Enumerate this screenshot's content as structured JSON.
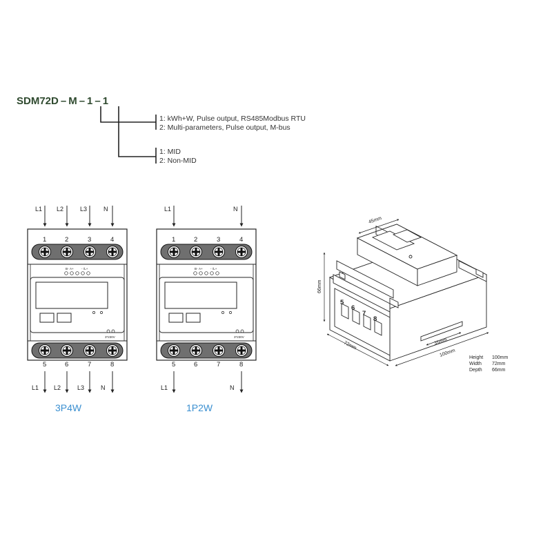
{
  "model": {
    "code": "SDM72D – M – 1 – 1",
    "option_group_1": [
      "1: kWh+W, Pulse output, RS485Modbus RTU",
      "2: Multi-parameters, Pulse output, M-bus"
    ],
    "option_group_2": [
      "1: MID",
      "2: Non-MID"
    ]
  },
  "meter_3p4w": {
    "caption": "3P4W",
    "top_lines": [
      "L1",
      "L2",
      "L3",
      "N"
    ],
    "top_terminals": [
      "1",
      "2",
      "3",
      "4"
    ],
    "bottom_terminals": [
      "5",
      "6",
      "7",
      "8"
    ],
    "bottom_lines": [
      "L1",
      "L2",
      "L3",
      "N"
    ],
    "small_labels": [
      "B-",
      "A+",
      "-",
      "/L+"
    ],
    "voltage_label": "3*230V"
  },
  "meter_1p2w": {
    "caption": "1P2W",
    "top_lines": [
      "L1",
      "N"
    ],
    "top_terminals": [
      "1",
      "2",
      "3",
      "4"
    ],
    "bottom_terminals": [
      "5",
      "6",
      "7",
      "8"
    ],
    "bottom_lines": [
      "L1",
      "N"
    ],
    "small_labels": [
      "B-",
      "A+",
      "-",
      "/L+"
    ],
    "voltage_label": "3*230V"
  },
  "dimensions": {
    "width_top": "45mm",
    "height_side": "66mm",
    "depth_front": "72mm",
    "length_bottom": "100mm",
    "rail": "35mm",
    "terminal_numbers": [
      "5",
      "6",
      "7",
      "8"
    ],
    "specs": [
      {
        "label": "Height",
        "value": "100mm"
      },
      {
        "label": "Width",
        "value": "72mm"
      },
      {
        "label": "Depth",
        "value": "66mm"
      }
    ]
  }
}
